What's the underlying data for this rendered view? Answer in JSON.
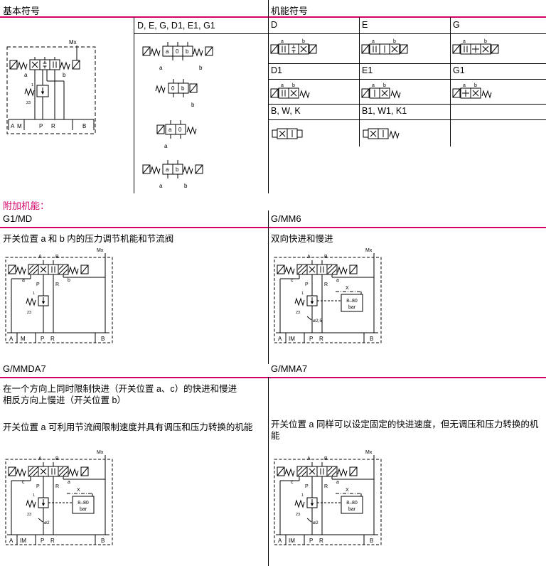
{
  "colors": {
    "accent": "#d4006a"
  },
  "headers": {
    "basic": "基本符号",
    "function": "机能符号",
    "additional": "附加机能："
  },
  "top": {
    "spool_list": "D, E, G, D1, E1, G1",
    "func_row1": [
      "D",
      "E",
      "G"
    ],
    "func_row2": [
      "D1",
      "E1",
      "G1"
    ],
    "func_row3": [
      "B, W, K",
      "B1, W1, K1"
    ]
  },
  "sections": {
    "g1md": {
      "code": "G1/MD",
      "desc": "开关位置 a 和 b 内的压力调节机能和节流阀"
    },
    "gmm6": {
      "code": "G/MM6",
      "desc": "双向快进和慢进"
    },
    "gmmda7": {
      "code": "G/MMDA7",
      "desc1": "在一个方向上同时限制快进（开关位置 a、c）的快进和慢进",
      "desc2": "相反方向上慢进（开关位置 b）",
      "desc3": "开关位置 a 可利用节流阀限制速度并具有调压和压力转换的机能"
    },
    "gmma7": {
      "code": "G/MMA7",
      "desc": "开关位置 a 同样可以设定固定的快进速度，但无调压和压力转换的机能"
    }
  },
  "labels": {
    "mx": "Mx",
    "A": "A",
    "B": "B",
    "P": "P",
    "R": "R",
    "M": "M",
    "IM": "IM",
    "a": "a",
    "b": "b",
    "c": "c",
    "zero": "0",
    "x": "X",
    "n1": "1",
    "n23": "23",
    "bar_range": "8–80",
    "bar_unit": "bar",
    "phi25": "ø2,5",
    "phi2": "ø2"
  }
}
